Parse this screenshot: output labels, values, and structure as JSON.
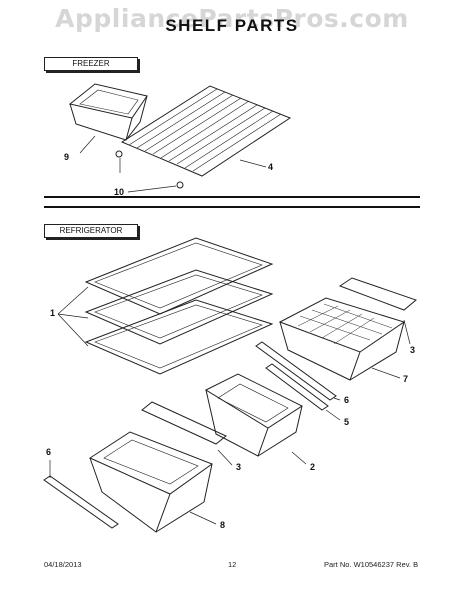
{
  "watermark": "AppliancePartsPros.com",
  "title": "SHELF PARTS",
  "sections": {
    "freezer": "FREEZER",
    "refrigerator": "REFRIGERATOR"
  },
  "callouts": {
    "c9": "9",
    "c4": "4",
    "c10": "10",
    "c1": "1",
    "c3a": "3",
    "c7": "7",
    "c6a": "6",
    "c5": "5",
    "c3b": "3",
    "c2": "2",
    "c6b": "6",
    "c8": "8"
  },
  "footer": {
    "date": "04/18/2013",
    "page": "12",
    "part": "Part No. W10546237  Rev. B"
  }
}
